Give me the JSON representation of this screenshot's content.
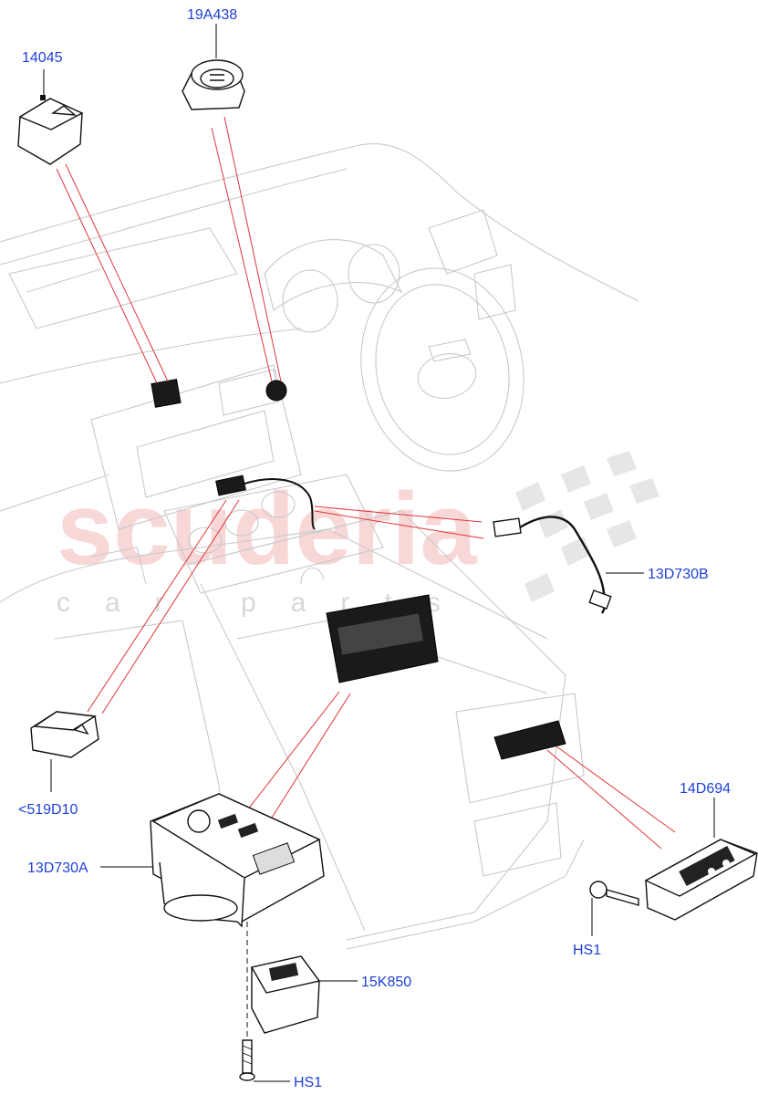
{
  "diagram": {
    "watermark": {
      "brand": "scuderia",
      "tagline": "car parts",
      "accent_color": "#f4b8b8"
    },
    "callouts": [
      {
        "id": "c1",
        "label": "14045"
      },
      {
        "id": "c2",
        "label": "19A438"
      },
      {
        "id": "c3",
        "label": "13D730B"
      },
      {
        "id": "c4",
        "label": "<519D10"
      },
      {
        "id": "c5",
        "label": "14D694"
      },
      {
        "id": "c6",
        "label": "13D730A"
      },
      {
        "id": "c7",
        "label": "HS1"
      },
      {
        "id": "c8",
        "label": "15K850"
      },
      {
        "id": "c9",
        "label": "HS1"
      }
    ],
    "colors": {
      "callout_text": "#1f3fd6",
      "reference_line": "#e0353b",
      "dashboard_outline": "#c9c9c9"
    }
  }
}
